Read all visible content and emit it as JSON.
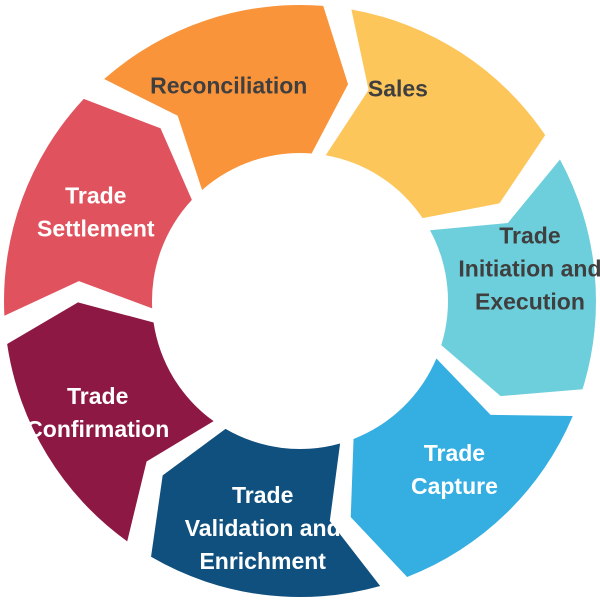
{
  "diagram": {
    "type": "cycle",
    "stages": [
      {
        "id": "sales",
        "lines": [
          "Sales"
        ],
        "color": "#fdc65a",
        "text_color": "#3f3f3f"
      },
      {
        "id": "trade-initiation-execution",
        "lines": [
          "Trade",
          "Initiation and",
          "Execution"
        ],
        "color": "#6dcfdc",
        "text_color": "#3f3f3f"
      },
      {
        "id": "trade-capture",
        "lines": [
          "Trade",
          "Capture"
        ],
        "color": "#35aee2",
        "text_color": "#ffffff"
      },
      {
        "id": "trade-validation-enrichment",
        "lines": [
          "Trade",
          "Validation and",
          "Enrichment"
        ],
        "color": "#10507e",
        "text_color": "#ffffff"
      },
      {
        "id": "trade-confirmation",
        "lines": [
          "Trade",
          "Confirmation"
        ],
        "color": "#8e1844",
        "text_color": "#ffffff"
      },
      {
        "id": "trade-settlement",
        "lines": [
          "Trade",
          "Settlement"
        ],
        "color": "#e0535e",
        "text_color": "#ffffff"
      },
      {
        "id": "reconciliation",
        "lines": [
          "Reconciliation"
        ],
        "color": "#f9943a",
        "text_color": "#3f3f3f"
      }
    ]
  }
}
